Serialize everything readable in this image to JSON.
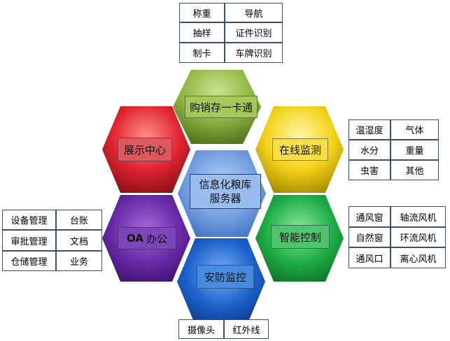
{
  "center": {
    "line1": "信息化粮库",
    "line2": "服务器",
    "color": "#6d9be0"
  },
  "modules": {
    "purchase": {
      "label": "购销存一卡通",
      "color": "#8fb642"
    },
    "display": {
      "label": "展示中心",
      "color": "#e0242f"
    },
    "monitor": {
      "label": "在线监测",
      "color": "#f4d21a"
    },
    "oa": {
      "label": "办公",
      "label_prefix": "OA",
      "color": "#6a2aa8"
    },
    "control": {
      "label": "智能控制",
      "color": "#1fae45"
    },
    "security": {
      "label": "安防监控",
      "color": "#1c62cc"
    }
  },
  "groups": {
    "purchase_items": [
      "称重",
      "导航",
      "抽样",
      "证件识别",
      "制卡",
      "车牌识别"
    ],
    "monitor_items": [
      "温湿度",
      "气体",
      "水分",
      "重量",
      "虫害",
      "其他"
    ],
    "oa_items": [
      "设备管理",
      "台账",
      "审批管理",
      "文档",
      "仓储管理",
      "业务"
    ],
    "control_items": [
      "通风窗",
      "轴流风机",
      "自然窗",
      "环流风机",
      "通风口",
      "离心风机"
    ],
    "security_items": [
      "摄像头",
      "红外线"
    ]
  }
}
